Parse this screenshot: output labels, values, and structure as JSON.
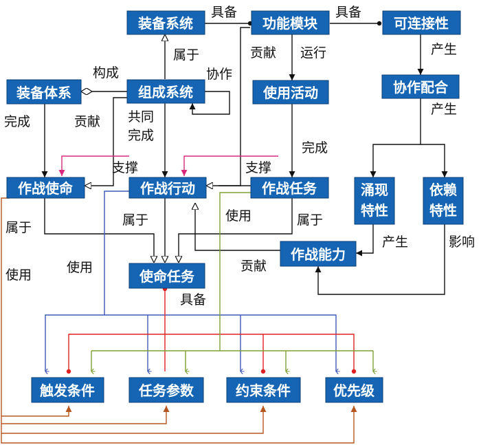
{
  "nodes": {
    "equipment_system": "装备系统",
    "function_module": "功能模块",
    "connectivity": "可连接性",
    "equipment_architecture": "装备体系",
    "composite_system": "组成系统",
    "usage_activity": "使用活动",
    "coordination": "协作配合",
    "combat_mission": "作战使命",
    "combat_action": "作战行动",
    "combat_task": "作战任务",
    "emergent_property": "涌现\n特性",
    "dependency_property": "依赖\n特性",
    "combat_capability": "作战能力",
    "mission_task": "使命任务",
    "trigger_condition": "触发条件",
    "task_parameters": "任务参数",
    "constraints": "约束条件",
    "priority": "优先级"
  },
  "labels": {
    "possess_1": "具备",
    "possess_2": "具备",
    "belongs_1": "属于",
    "contribute_1": "贡献",
    "run": "运行",
    "produce_1": "产生",
    "compose": "构成",
    "cooperate": "协作",
    "complete_1": "完成",
    "contribute_2": "贡献",
    "jointly_complete": "共同\n完成",
    "produce_2": "产生",
    "complete_2": "完成",
    "support_1": "支撑",
    "support_2": "支撑",
    "belongs_2": "属于",
    "use_1": "使用",
    "belongs_3": "属于",
    "belongs_4": "属于",
    "use_2": "使用",
    "use_3": "使用",
    "produce_3": "产生",
    "influence": "影响",
    "contribute_3": "贡献",
    "possess_3": "具备"
  },
  "colors": {
    "node_fill": "#1565b4",
    "black": "#111111",
    "magenta": "#d8297c",
    "blue": "#3f59b5",
    "red": "#e02020",
    "green": "#7da033",
    "orange": "#b5561e"
  }
}
